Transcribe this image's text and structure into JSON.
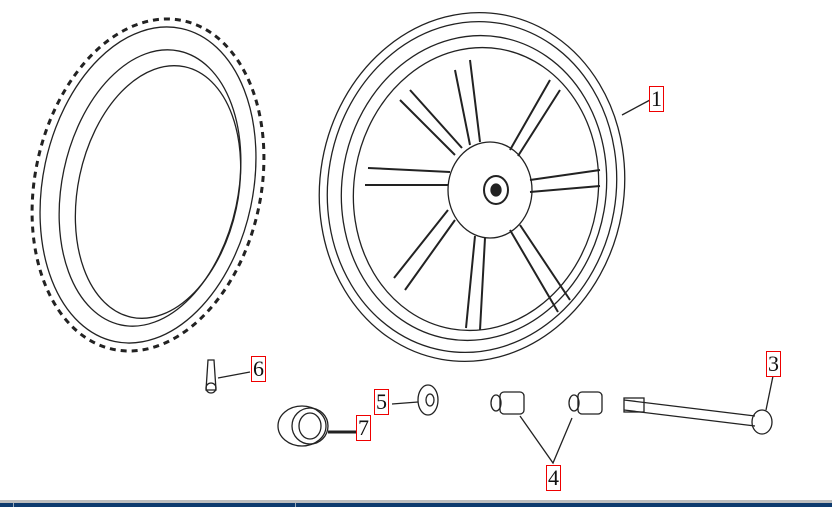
{
  "diagram": {
    "parts": [
      {
        "number": "1",
        "name": "wheel-rim"
      },
      {
        "number": "3",
        "name": "axle-bolt"
      },
      {
        "number": "4",
        "name": "spacer-collars"
      },
      {
        "number": "5",
        "name": "nut"
      },
      {
        "number": "6",
        "name": "valve-stem"
      },
      {
        "number": "7",
        "name": "bearing"
      }
    ]
  }
}
